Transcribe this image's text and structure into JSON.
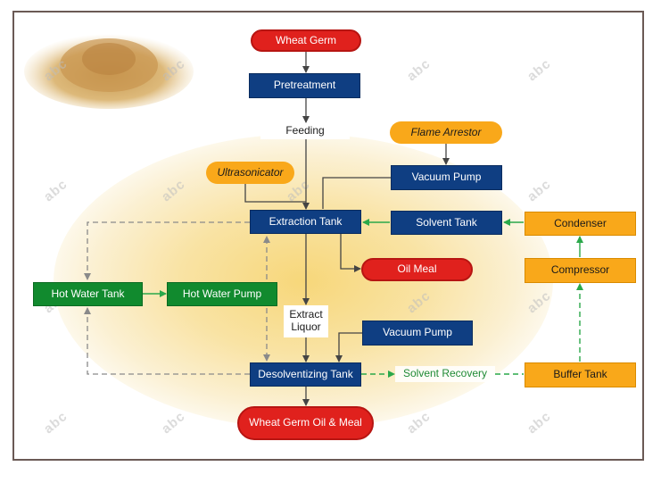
{
  "nodes": {
    "wheat_germ": "Wheat Germ",
    "pretreatment": "Pretreatment",
    "feeding": "Feeding",
    "flame_arrestor": "Flame Arrestor",
    "ultrasonicator": "Ultrasonicator",
    "vacuum_pump_top": "Vacuum Pump",
    "extraction_tank": "Extraction Tank",
    "solvent_tank": "Solvent Tank",
    "condenser": "Condenser",
    "oil_meal": "Oil Meal",
    "compressor": "Compressor",
    "hot_water_tank": "Hot Water Tank",
    "hot_water_pump": "Hot Water Pump",
    "extract_liquor": "Extract Liquor",
    "vacuum_pump_bottom": "Vacuum Pump",
    "desolventizing_tank": "Desolventizing Tank",
    "solvent_recovery": "Solvent Recovery",
    "buffer_tank": "Buffer Tank",
    "final_product": "Wheat Germ Oil  & Meal"
  },
  "watermark": "abc",
  "colors": {
    "blue": "#0f3e82",
    "green": "#118a2e",
    "orange": "#f9a81a",
    "red": "#e0211d",
    "arrow_dark": "#444444",
    "arrow_green": "#2aa84a",
    "arrow_dash_gray": "#8a8a8a"
  }
}
